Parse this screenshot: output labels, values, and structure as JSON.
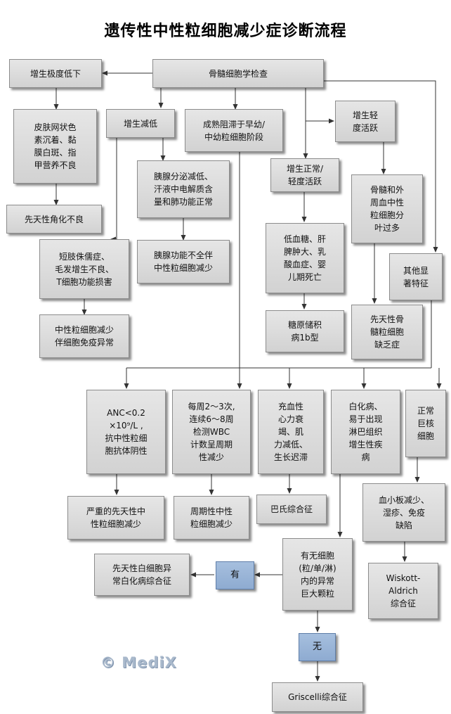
{
  "title": "遗传性中性粒细胞减少症诊断流程",
  "watermark": "© MediX",
  "nodes": {
    "marrow": "骨髓细胞学检查",
    "hypoplasia": "增生极度低下",
    "skin": "皮肤网状色\n素沉着、黏\n膜白斑、指\n甲营养不良",
    "dyskeratosis": "先天性角化不良",
    "reduced": "增生减低",
    "pancreas": "胰腺分泌减低、\n汗液中电解质含\n量和肺功能正常",
    "shwachman": "胰腺功能不全伴\n中性粒细胞减少",
    "dwarf": "短肢侏儒症、\n毛发增生不良、\nT细胞功能损害",
    "immuno": "中性粒细胞减少\n伴细胞免疫异常",
    "maturation": "成熟阻滞于早幼/\n中幼粒细胞阶段",
    "normal": "增生正常/\n轻度活跃",
    "hypoglycemia": "低血糖、肝\n脾肿大、乳\n酸血症、婴\n儿期死亡",
    "glycogen": "糖原储积\n病1b型",
    "mild_active": "增生轻\n度活跃",
    "hypersegment": "骨髓和外\n周血中性\n粒细胞分\n叶过多",
    "myelokathexis": "先天性骨\n髓粒细胞\n缺乏症",
    "other_features": "其他显\n著特征",
    "anc": "ANC<0.2\n×10⁹/L ,\n抗中性粒细\n胞抗体阴性",
    "kostmann": "严重的先天性中\n性粒细胞减少",
    "cyclic_wbc": "每周2～3次,\n连续6～8周\n检测WBC\n计数呈周期\n性减少",
    "cyclic": "周期性中性\n粒细胞减少",
    "heart": "充血性\n心力衰\n竭、肌\n力减低、\n生长迟滞",
    "barth": "巴氏综合征",
    "albinism": "白化病、\n易于出现\n淋巴组织\n增生性疾\n病",
    "normal_mega": "正常\n巨核\n细胞",
    "thrombo": "血小板减少、\n湿疹、免疫\n缺陷",
    "wiskott": "Wiskott-\nAldrich\n综合征",
    "granules": "有无细胞\n(粒/单/淋)\n内的异常\n巨大颗粒",
    "yes": "有",
    "chediak": "先天性白细胞异\n常白化病综合征",
    "no": "无",
    "griscelli": "Griscelli综合征"
  }
}
